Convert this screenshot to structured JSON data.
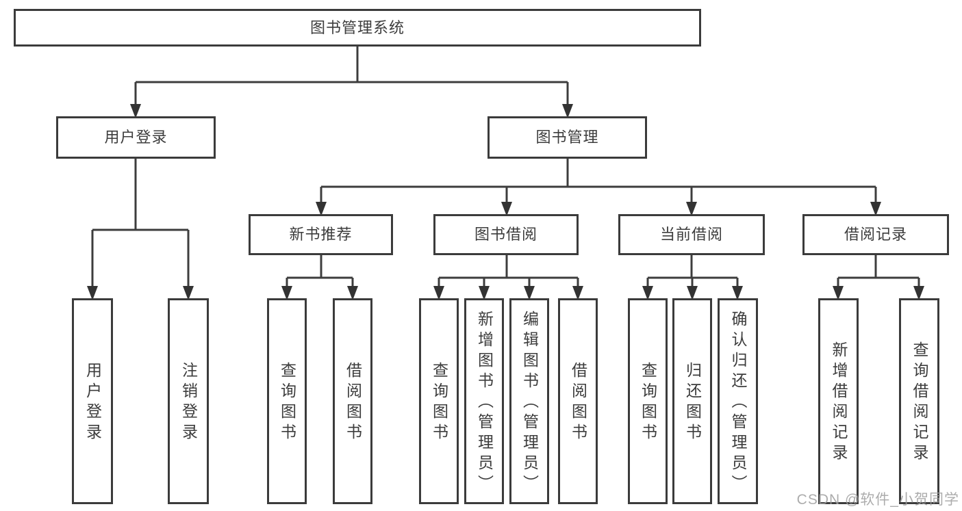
{
  "diagram": {
    "root": {
      "label": "图书管理系统"
    },
    "branches": [
      {
        "label": "用户登录",
        "children": [
          {
            "label": "用户登录"
          },
          {
            "label": "注销登录"
          }
        ]
      },
      {
        "label": "图书管理",
        "groups": [
          {
            "label": "新书推荐",
            "children": [
              {
                "label": "查询图书"
              },
              {
                "label": "借阅图书"
              }
            ]
          },
          {
            "label": "图书借阅",
            "children": [
              {
                "label": "查询图书"
              },
              {
                "label": "新增图书（管理员）"
              },
              {
                "label": "编辑图书（管理员）"
              },
              {
                "label": "借阅图书"
              }
            ]
          },
          {
            "label": "当前借阅",
            "children": [
              {
                "label": "查询图书"
              },
              {
                "label": "归还图书"
              },
              {
                "label": "确认归还（管理员）"
              }
            ]
          },
          {
            "label": "借阅记录",
            "children": [
              {
                "label": "新增借阅记录"
              },
              {
                "label": "查询借阅记录"
              }
            ]
          }
        ]
      }
    ]
  },
  "watermark": {
    "text": "CSDN @软件_小贺同学"
  },
  "colors": {
    "line": "#3d3d3d",
    "box_border": "#3b3b3b",
    "text": "#3c3c3c",
    "background": "#ffffff",
    "watermark": "#9e9e9e"
  }
}
